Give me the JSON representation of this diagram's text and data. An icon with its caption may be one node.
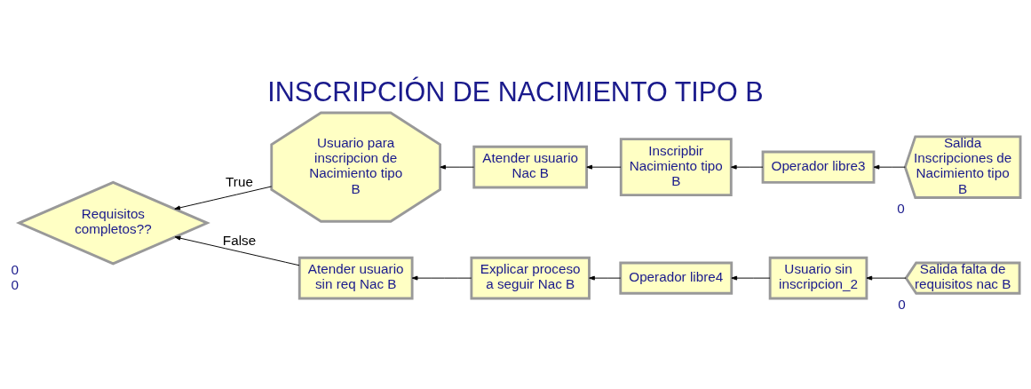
{
  "diagram": {
    "title": "INSCRIPCIÓN DE NACIMIENTO TIPO B",
    "nodes": [
      {
        "text": [
          "Requisitos completos??"
        ],
        "beside": [
          "0",
          "0"
        ]
      },
      {
        "text": [
          "Usuario para inscripcion de Nacimiento tipo B"
        ]
      },
      {
        "text": [
          "Atender usuario Nac B"
        ]
      },
      {
        "text": [
          "Inscripbir Nacimiento tipo B"
        ]
      },
      {
        "text": [
          "Operador libre3"
        ]
      },
      {
        "text": [
          "Salida Inscripciones de Nacimiento tipo B"
        ],
        "beside": [
          "0"
        ]
      },
      {
        "text": [
          "Atender usuario sin req Nac B"
        ]
      },
      {
        "text": [
          "Explicar proceso a seguir Nac B"
        ]
      },
      {
        "text": [
          "Operador libre4"
        ]
      },
      {
        "text": [
          "Usuario sin inscripcion_2"
        ]
      },
      {
        "text": [
          "Salida falta de requisitos nac B"
        ],
        "beside": [
          "0"
        ]
      }
    ],
    "edges": [
      {
        "from": 1,
        "to": 0,
        "arrow": "to",
        "label": "True"
      },
      {
        "from": 2,
        "to": 1,
        "arrow": "to"
      },
      {
        "from": 3,
        "to": 2,
        "arrow": "to"
      },
      {
        "from": 4,
        "to": 3,
        "arrow": "to"
      },
      {
        "from": 5,
        "to": 4,
        "arrow": "to"
      },
      {
        "from": 6,
        "to": 0,
        "arrow": "to",
        "label": "False"
      },
      {
        "from": 7,
        "to": 6,
        "arrow": "to"
      },
      {
        "from": 8,
        "to": 7,
        "arrow": "to"
      },
      {
        "from": 9,
        "to": 8,
        "arrow": "to"
      },
      {
        "from": 10,
        "to": 9,
        "arrow": "to"
      }
    ]
  }
}
